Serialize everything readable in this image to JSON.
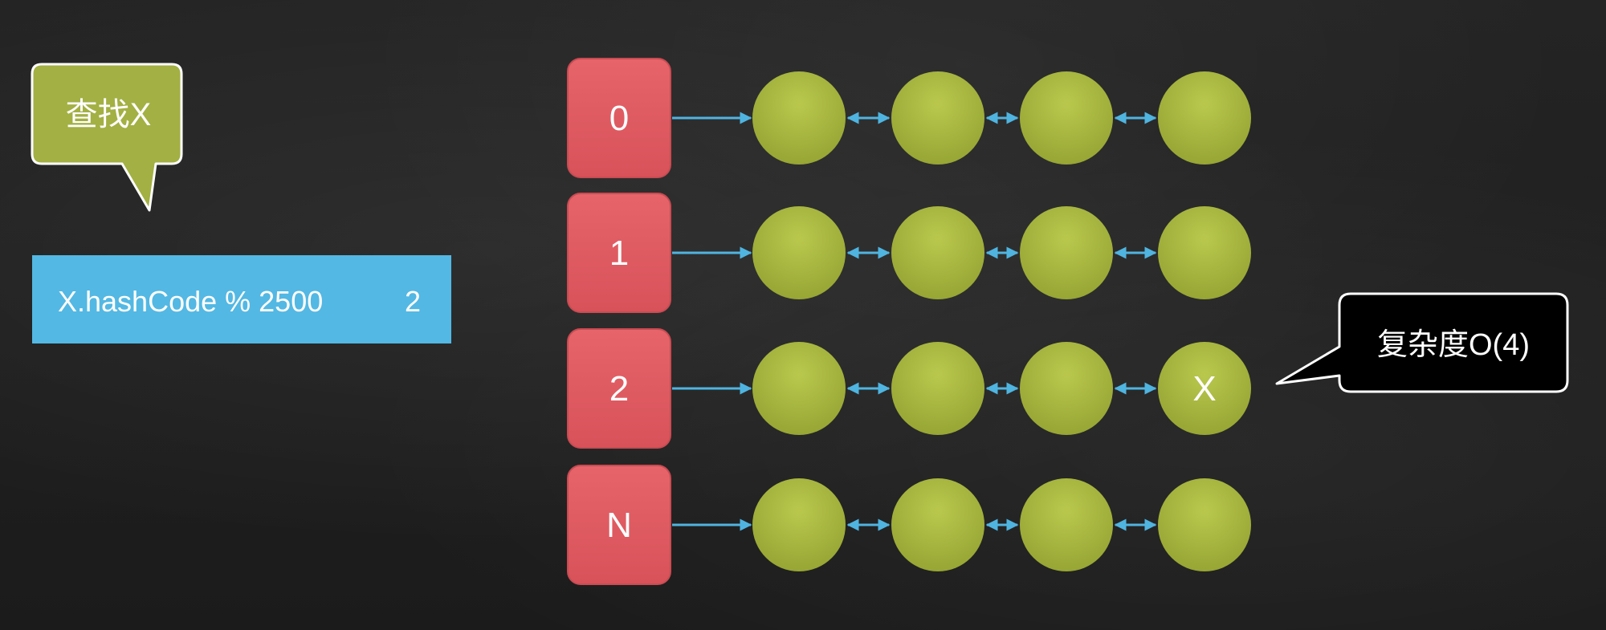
{
  "callout": {
    "label": "查找X",
    "fill": "#a3b043",
    "stroke": "#ffffff"
  },
  "hash_bar": {
    "expression": "X.hashCode % 2500",
    "result": "2",
    "fill": "#53b8e3"
  },
  "buckets": [
    {
      "label": "0",
      "nodes": [
        "",
        "",
        "",
        ""
      ]
    },
    {
      "label": "1",
      "nodes": [
        "",
        "",
        "",
        ""
      ]
    },
    {
      "label": "2",
      "nodes": [
        "",
        "",
        "",
        "X"
      ]
    },
    {
      "label": "N",
      "nodes": [
        "",
        "",
        "",
        ""
      ]
    }
  ],
  "complexity": {
    "label": "复杂度O(4)",
    "fill": "#000000",
    "stroke": "#ffffff"
  },
  "colors": {
    "bucket": "#e05a5e",
    "node": "#a2b23a",
    "node_highlight": "#b4c44a",
    "arrow": "#4fb4e0",
    "text": "#ffffff"
  }
}
